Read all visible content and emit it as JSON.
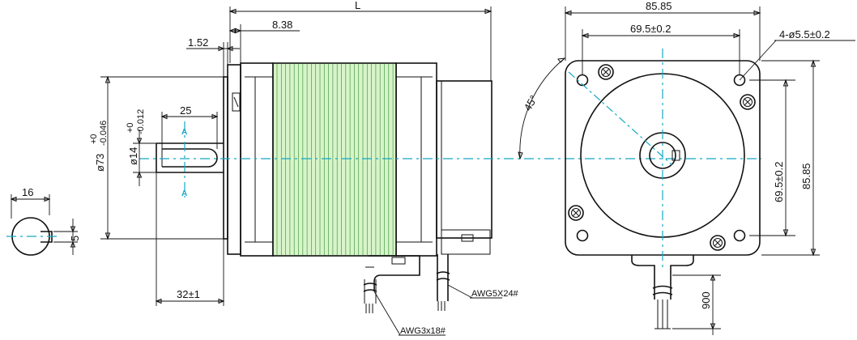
{
  "drawing": {
    "colors": {
      "line": "#111111",
      "centerline": "#15a9c4",
      "fins_fill": "#d8f4c9",
      "fins_line": "#4a9a4a"
    },
    "side_view": {
      "dims": {
        "length": "L",
        "boss": "8.38",
        "flange": "1.52",
        "key_length": "25",
        "shaft_tol_upper": "+0",
        "shaft_tol_lower": "-0.012",
        "shaft_dia": "ø14",
        "pilot_dia": "ø73",
        "pilot_tol_upper": "+0",
        "pilot_tol_lower": "-0.046",
        "shaft_ext": "32±1"
      },
      "section_markers": [
        "A",
        "A"
      ],
      "cable_labels": [
        "AWG5X24#",
        "AWG3x18#"
      ]
    },
    "section_view": {
      "width": "16",
      "key": "5"
    },
    "front_view": {
      "dims": {
        "flange_width": "85.85",
        "bolt_spacing_h": "69.5±0.2",
        "holes": "4-ø5.5±0.2",
        "angle": "45°",
        "bolt_spacing_v": "69.5±0.2",
        "flange_height": "85.85",
        "lead_length": "900"
      }
    }
  }
}
